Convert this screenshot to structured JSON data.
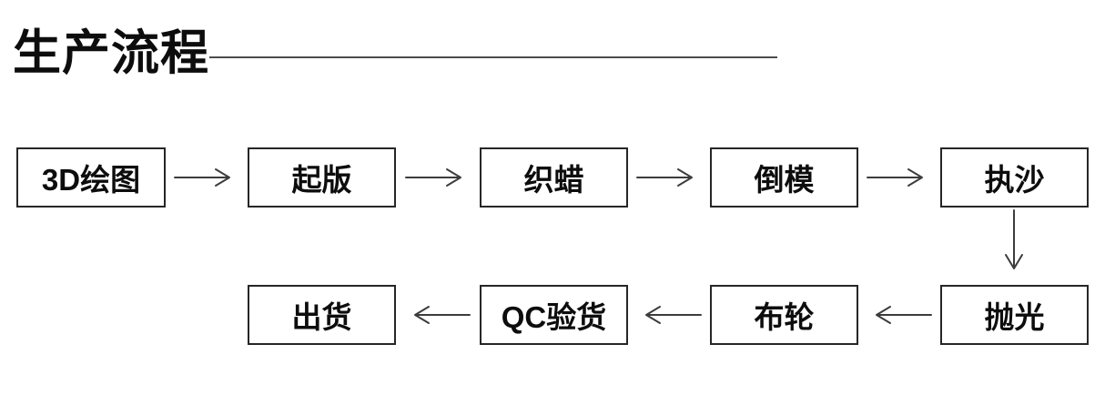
{
  "title": {
    "text": "生产流程"
  },
  "diagram": {
    "rows": {
      "top": [
        {
          "label": "3D绘图"
        },
        {
          "label": "起版"
        },
        {
          "label": "织蜡"
        },
        {
          "label": "倒模"
        },
        {
          "label": "执沙"
        }
      ],
      "bottom": [
        {
          "label": "出货"
        },
        {
          "label": "QC验货"
        },
        {
          "label": "布轮"
        },
        {
          "label": "抛光"
        }
      ]
    },
    "process_order": [
      "3D绘图",
      "起版",
      "织蜡",
      "倒模",
      "执沙",
      "抛光",
      "布轮",
      "QC验货",
      "出货"
    ],
    "connections": [
      "3D绘图→起版",
      "起版→织蜡",
      "织蜡→倒模",
      "倒模→执沙",
      "执沙→抛光",
      "抛光→布轮",
      "布轮→QC验货",
      "QC验货→出货"
    ]
  },
  "colors": {
    "background": "#ffffff",
    "text": "#0d0d0d",
    "box_border": "#262626",
    "arrow": "#3c3c3c",
    "title_rule": "#4d4d4d"
  }
}
